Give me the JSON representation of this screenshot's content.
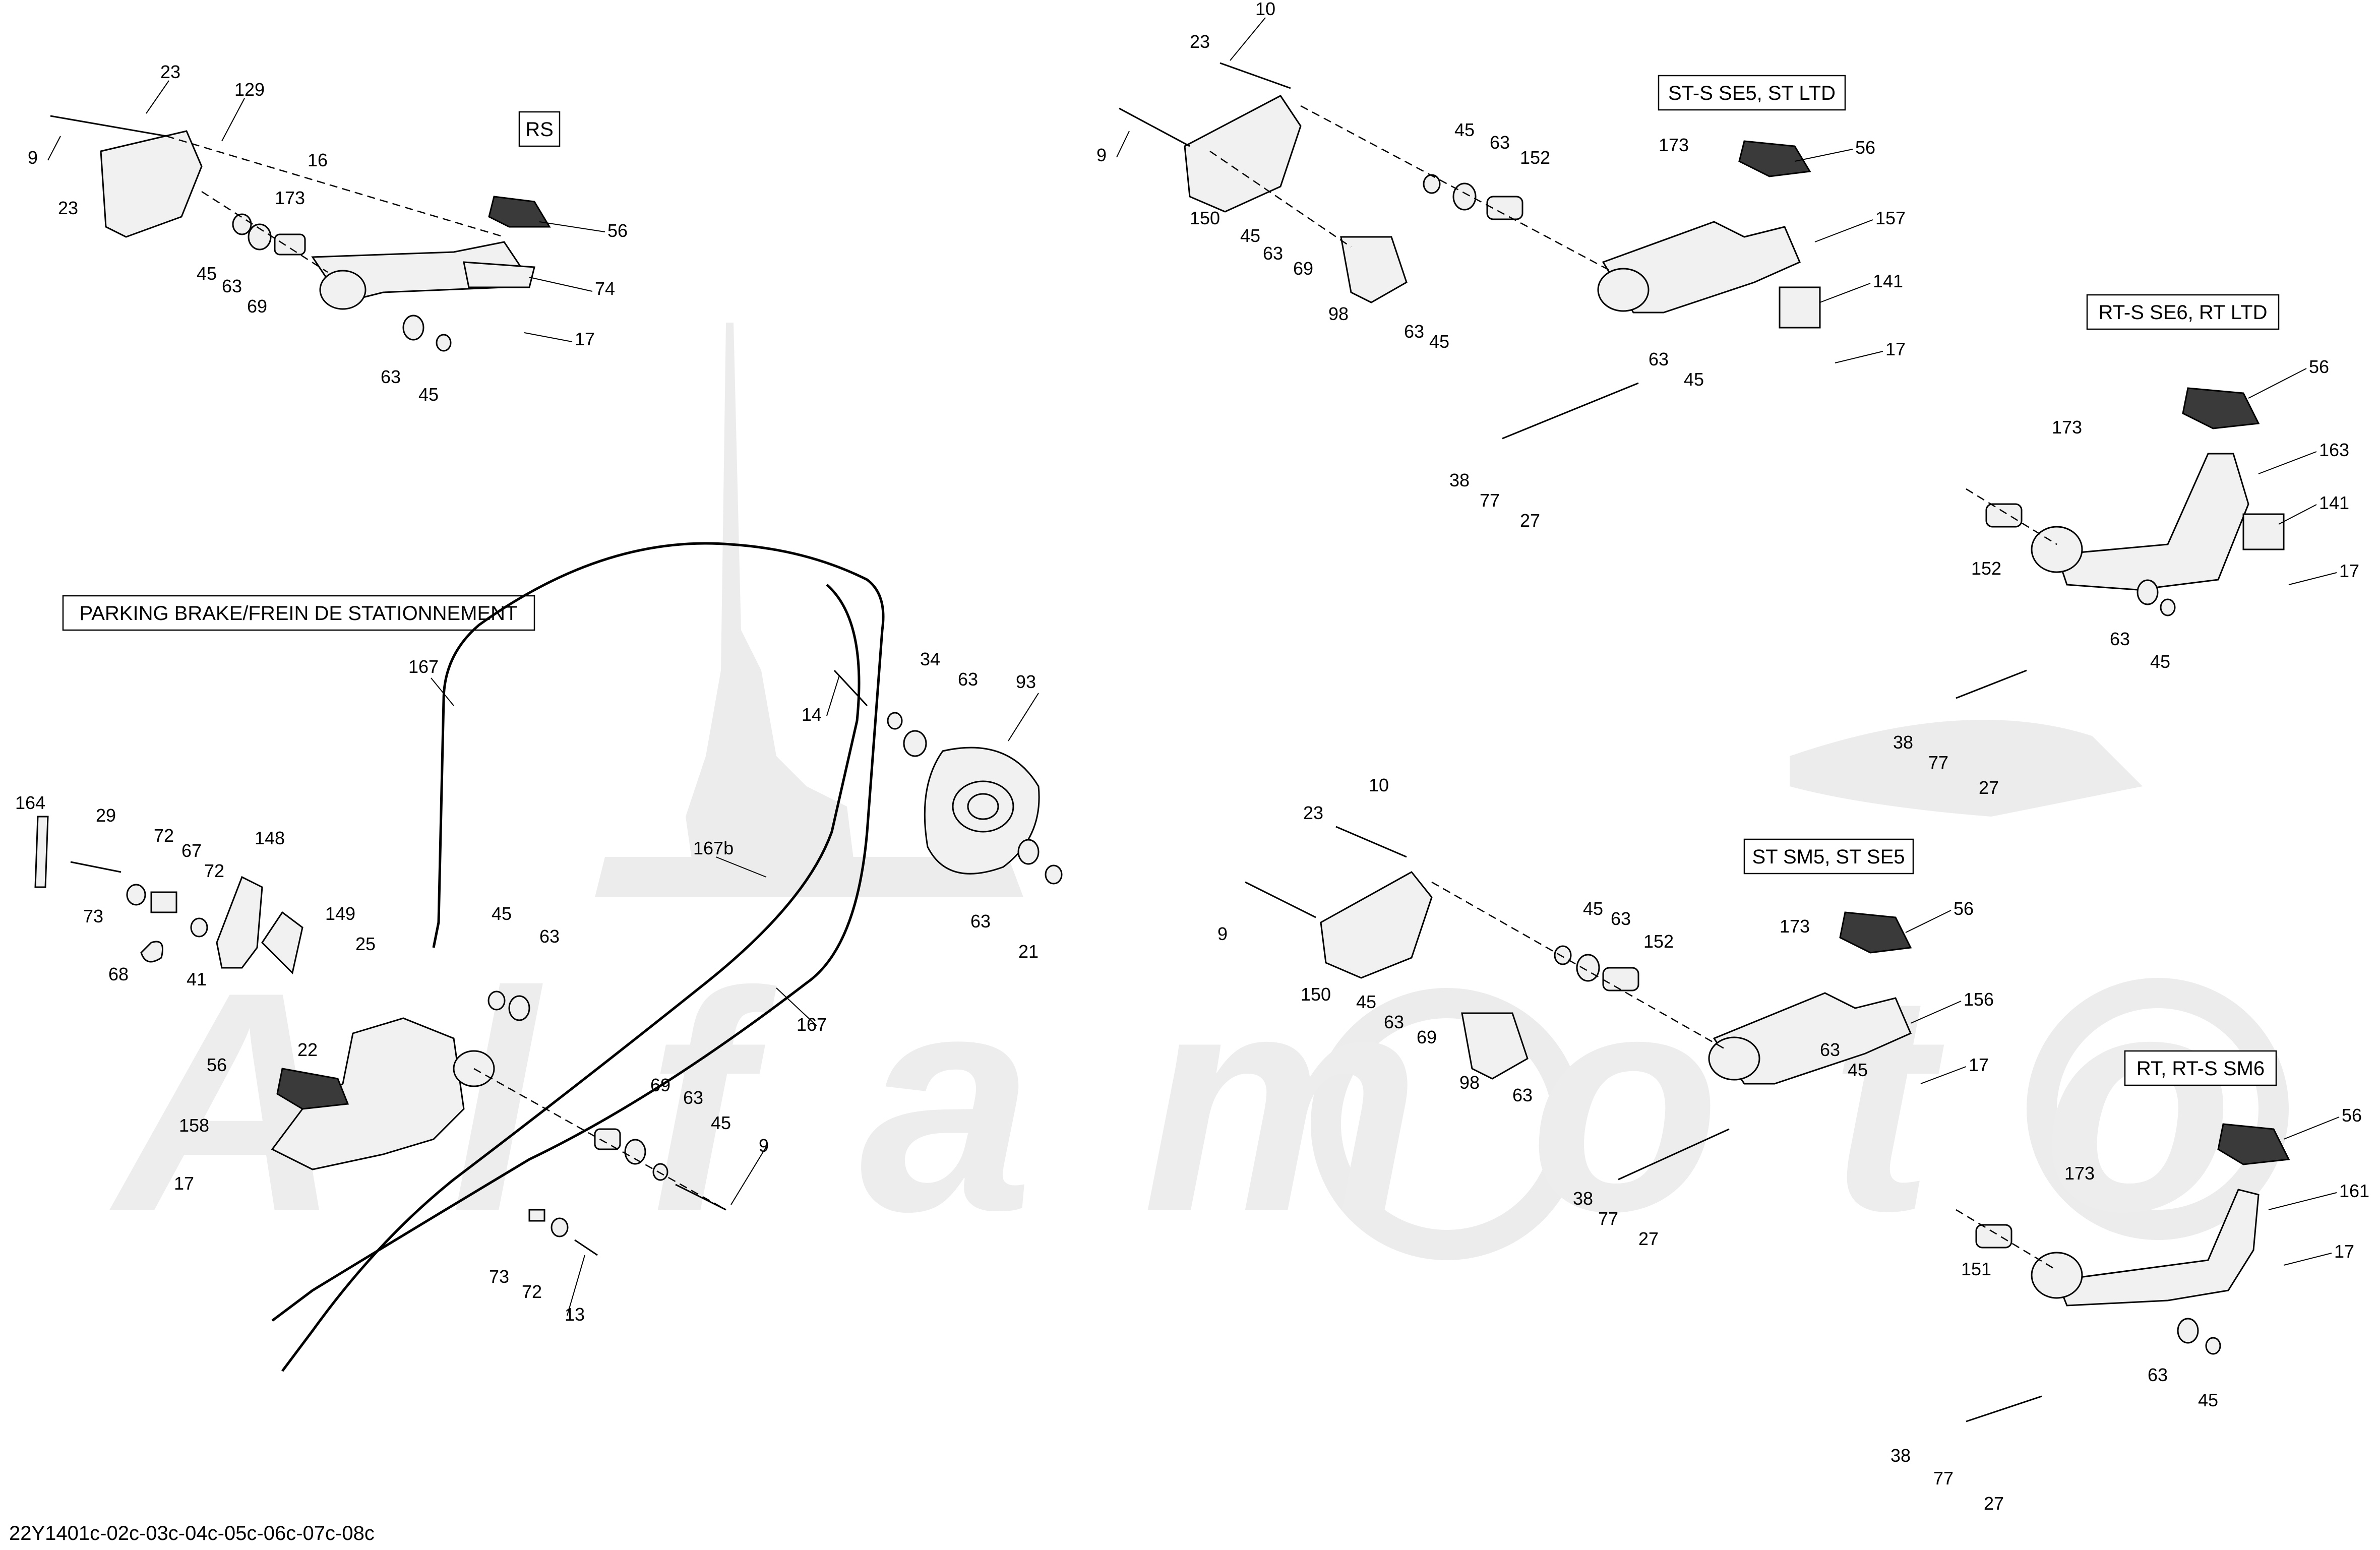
{
  "diagram_code": "22Y1401c-02c-03c-04c-05c-06c-07c-08c",
  "watermark_text": "Alfamoto",
  "variant_boxes": {
    "rs": "RS",
    "st_s_se5": "ST-S SE5, ST LTD",
    "rt_s_se6": "RT-S SE6, RT LTD",
    "parking_brake": "PARKING BRAKE/FREIN DE STATIONNEMENT",
    "st_sm5": "ST SM5, ST SE5",
    "rt_sm6": "RT, RT-S SM6"
  },
  "callouts": {
    "rs": [
      "23",
      "129",
      "9",
      "16",
      "23",
      "173",
      "56",
      "45",
      "74",
      "63",
      "69",
      "17",
      "63",
      "45"
    ],
    "st_s_se5": [
      "10",
      "23",
      "9",
      "45",
      "63",
      "152",
      "173",
      "56",
      "150",
      "45",
      "63",
      "69",
      "157",
      "98",
      "141",
      "63",
      "45",
      "17",
      "63",
      "45",
      "38",
      "77",
      "27"
    ],
    "rt_s_se6": [
      "56",
      "173",
      "163",
      "141",
      "152",
      "17",
      "63",
      "45",
      "38",
      "77",
      "27"
    ],
    "parking_brake": [
      "167",
      "34",
      "63",
      "93",
      "14",
      "164",
      "29",
      "72",
      "67",
      "148",
      "73",
      "72",
      "149",
      "167b",
      "45",
      "63",
      "25",
      "68",
      "41",
      "22",
      "63",
      "21",
      "56",
      "167",
      "69",
      "63",
      "158",
      "45",
      "9",
      "17",
      "73",
      "72",
      "13"
    ],
    "st_sm5": [
      "10",
      "23",
      "9",
      "45",
      "63",
      "152",
      "173",
      "56",
      "150",
      "45",
      "63",
      "69",
      "156",
      "98",
      "63",
      "63",
      "45",
      "17",
      "38",
      "77",
      "27"
    ],
    "rt_sm6": [
      "56",
      "173",
      "161",
      "151",
      "17",
      "63",
      "45",
      "38",
      "77",
      "27"
    ]
  }
}
